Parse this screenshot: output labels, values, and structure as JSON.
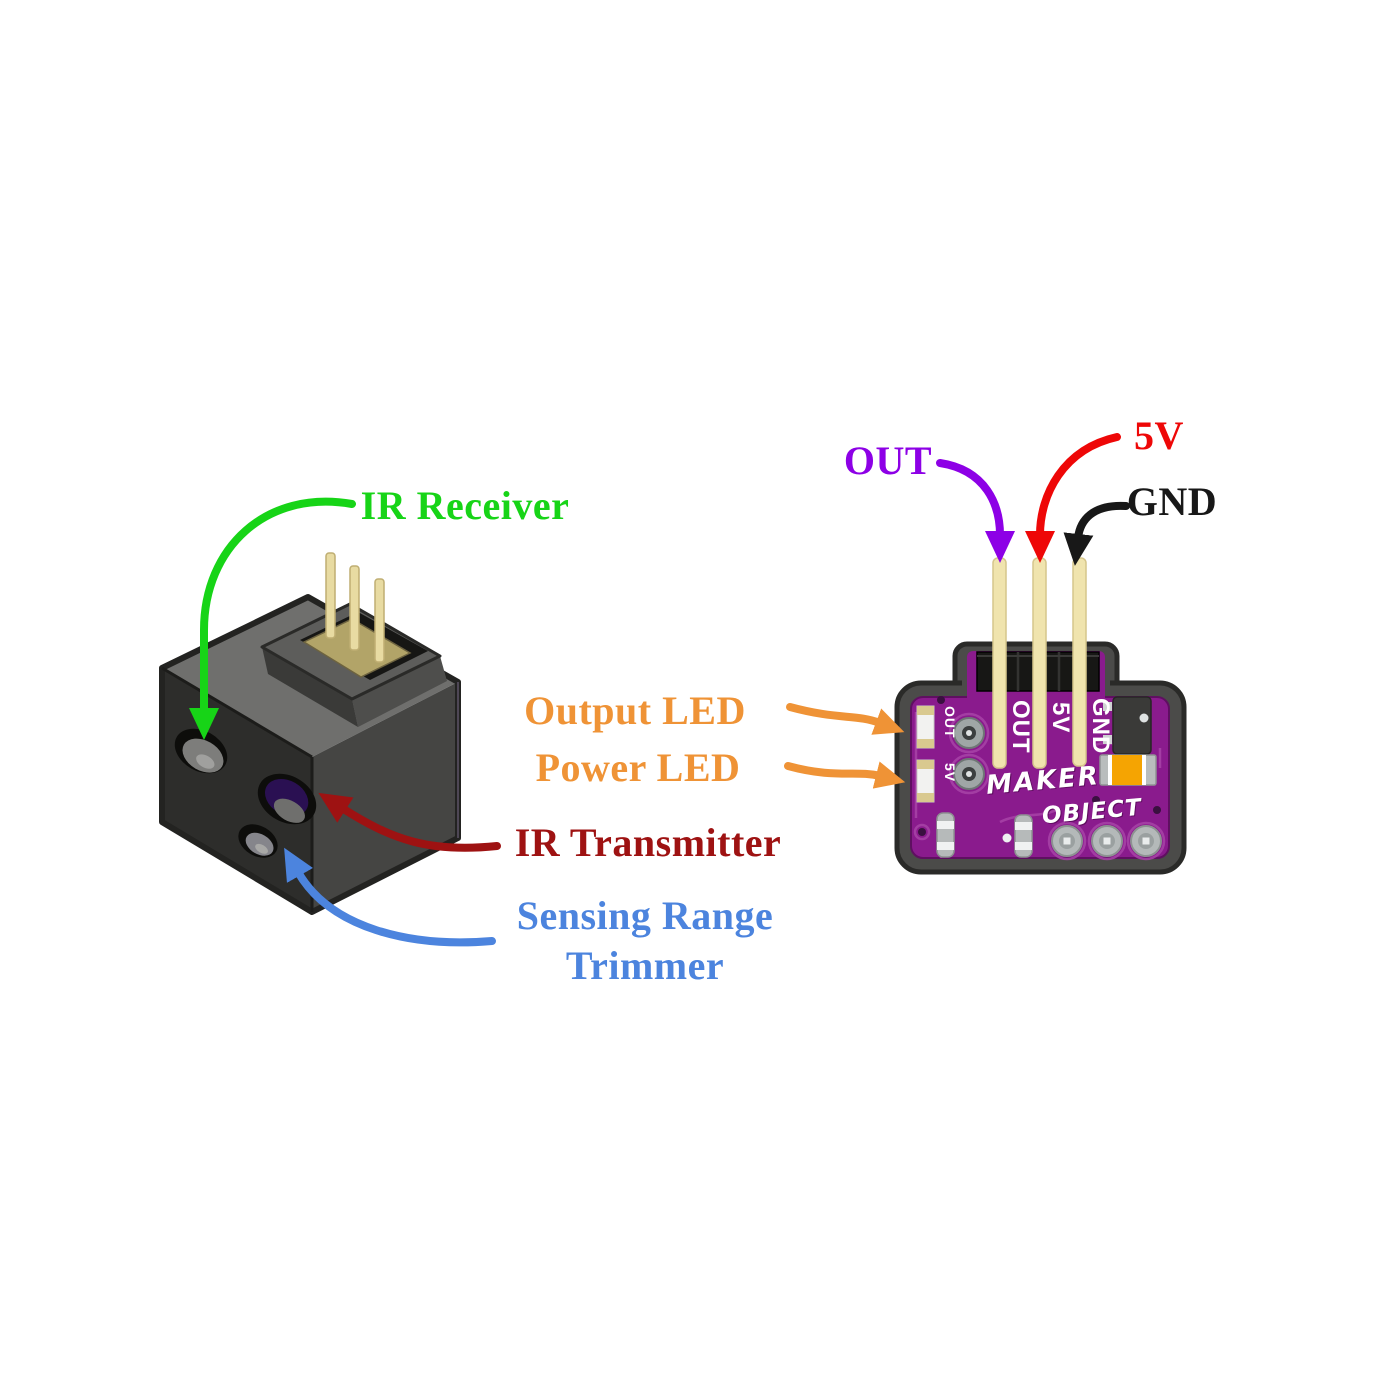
{
  "labels": {
    "ir_receiver": "IR Receiver",
    "out": "OUT",
    "v5": "5V",
    "gnd": "GND",
    "output_led": "Output LED",
    "power_led": "Power LED",
    "ir_transmitter": "IR Transmitter",
    "sensing_range_line1": "Sensing Range",
    "sensing_range_line2": "Trimmer"
  },
  "silkscreen": {
    "pin_out": "OUT",
    "pin_5v": "5V",
    "pin_gnd": "GND",
    "led_out": "OUT",
    "led_5v": "5V",
    "brand_line1": "MAKER",
    "brand_line2": "OBJECT"
  },
  "colors": {
    "ir_receiver_green": "#17d417",
    "out_purple": "#8d00e6",
    "v5_red": "#ee0707",
    "gnd_black": "#181818",
    "led_labels_orange": "#ef9336",
    "ir_transmitter_darkred": "#9e1212",
    "sensing_range_blue": "#4c84de",
    "pcb_purple": "#8a1b8d",
    "pcb_trace": "#a843a8",
    "shell_gray": "#4b4b49",
    "pin_metal_cream": "#f0e4ae",
    "silkscreen_white": "#ffffff",
    "smd_orange": "#f5a402"
  }
}
